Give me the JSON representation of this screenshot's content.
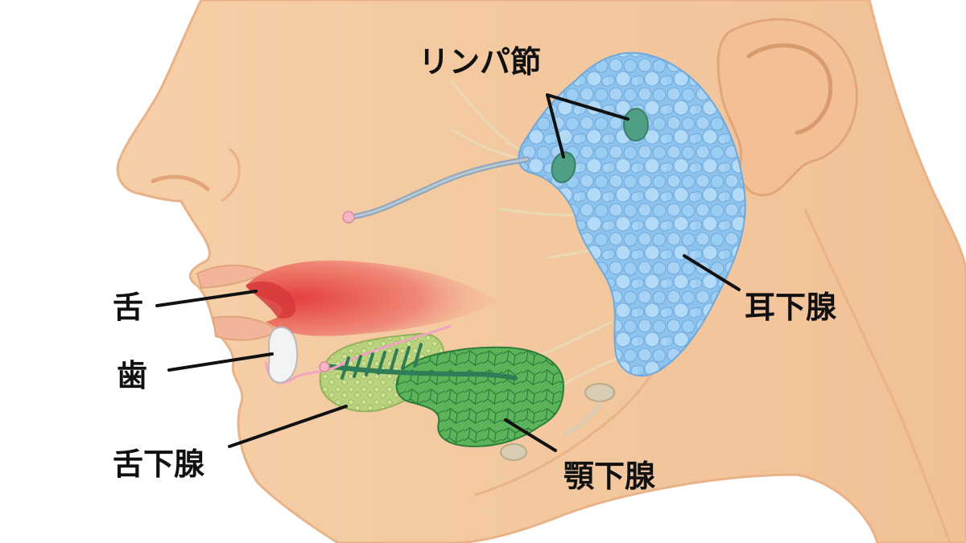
{
  "labels": {
    "lymph_node": "リンパ節",
    "parotid_gland": "耳下腺",
    "tongue": "舌",
    "tooth": "歯",
    "sublingual_gland": "舌下腺",
    "submandibular_gland": "顎下腺"
  },
  "colors": {
    "skin": "#f6cfa8",
    "skin_shadow": "#eeb98c",
    "parotid": "#8ec3ee",
    "lymph_node": "#4f9f84",
    "tongue": "#e9584f",
    "sublingual": "#b9d27c",
    "submandibular": "#5bb35a",
    "duct": "#2f7d57",
    "nerve": "#ead9b5"
  }
}
